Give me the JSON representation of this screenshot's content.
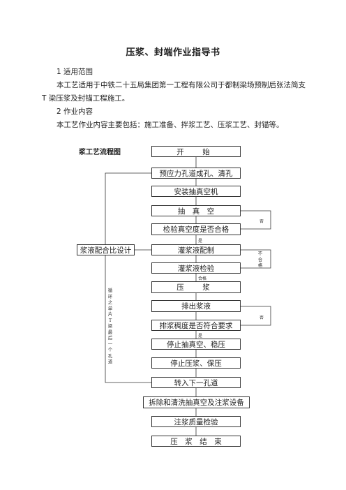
{
  "document": {
    "title": "压浆、封端作业指导书",
    "section1_heading": "1 适用范围",
    "section1_text": "本工艺适用于中铁二十五局集团第一工程有限公司于都制梁场预制后张法简支 T 梁压浆及封锚工程施工。",
    "section2_heading": "2 作业内容",
    "section2_text": "本工艺作业内容主要包括：施工准备、拌浆工艺、压浆工艺、封锚等。"
  },
  "flowchart": {
    "caption": "浆工艺流程图",
    "steps": [
      "开　始",
      "预应力孔道成孔、清孔",
      "安装抽真空机",
      "抽　真　空",
      "检验真空度是否合格",
      "灌浆液配制",
      "灌浆液检验",
      "压　浆",
      "排出浆液",
      "排浆稠度是否符合要求",
      "停止抽真空、稳压",
      "停止压浆、保压",
      "转入下一孔道",
      "拆除和清洗抽真空及注浆设备",
      "注浆质量检验",
      "压　浆　结　束"
    ],
    "side_box": "浆液配合比设计",
    "labels": {
      "yes1": "是",
      "no1": "否",
      "not_qualified": "不合格",
      "qualified": "合格",
      "no2": "否",
      "yes2": "是",
      "loop": "循环之单片T梁最后一个孔道"
    }
  }
}
